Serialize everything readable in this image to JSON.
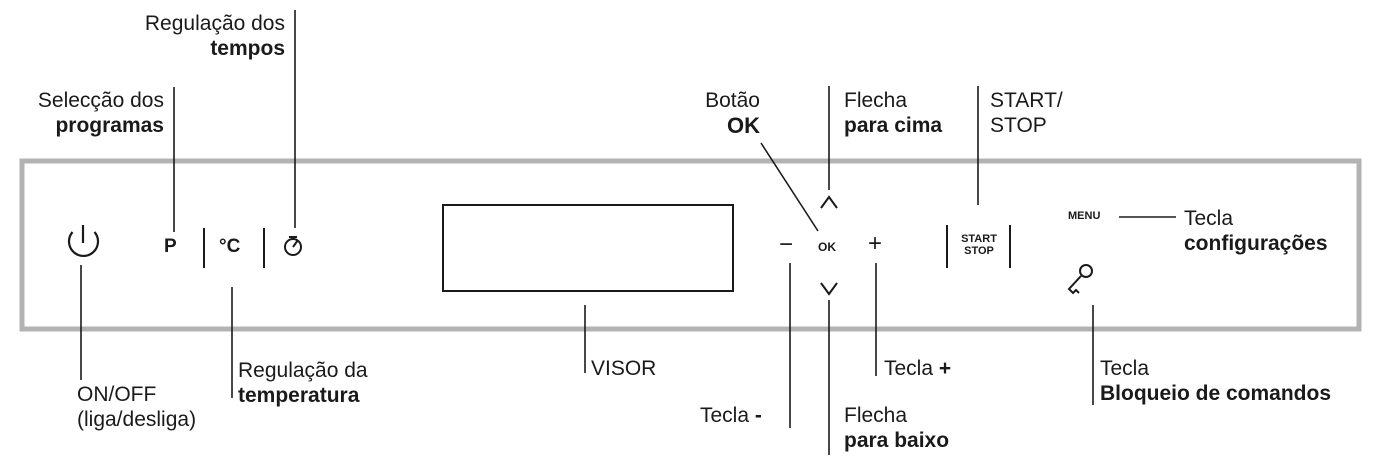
{
  "panel": {
    "p_key": "P",
    "temp_key": "°C",
    "ok_key": "OK",
    "minus_key": "−",
    "plus_key": "+",
    "start_key": "START",
    "stop_key": "STOP",
    "menu_key": "MENU",
    "power_icon": "power-icon",
    "timer_icon": "timer-icon",
    "key_icon": "key-icon"
  },
  "callouts": {
    "tempos": {
      "line1": "Regulação dos",
      "line2": "tempos"
    },
    "programas": {
      "line1": "Selecção dos",
      "line2": "programas"
    },
    "ok": {
      "line1": "Botão",
      "line2": "OK"
    },
    "cima": {
      "line1": "Flecha",
      "line2": "para cima"
    },
    "startstop": {
      "line1": "START/",
      "line2": "STOP"
    },
    "config": {
      "line1": "Tecla",
      "line2": "configurações"
    },
    "onoff": {
      "line1": "ON/OFF",
      "line2": "(liga/desliga)"
    },
    "temperatura": {
      "line1": "Regulação da",
      "line2": "temperatura"
    },
    "visor": {
      "line1": "VISOR"
    },
    "minus": {
      "text": "Tecla ",
      "key": "-"
    },
    "baixo": {
      "line1": "Flecha",
      "line2": "para baixo"
    },
    "plus": {
      "text": "Tecla ",
      "key": "+"
    },
    "bloqueio": {
      "line1": "Tecla",
      "line2": "Bloqueio de comandos"
    }
  },
  "colors": {
    "panel_border": "#b3b3b3",
    "ink": "#1a1a1a",
    "background": "#ffffff"
  }
}
